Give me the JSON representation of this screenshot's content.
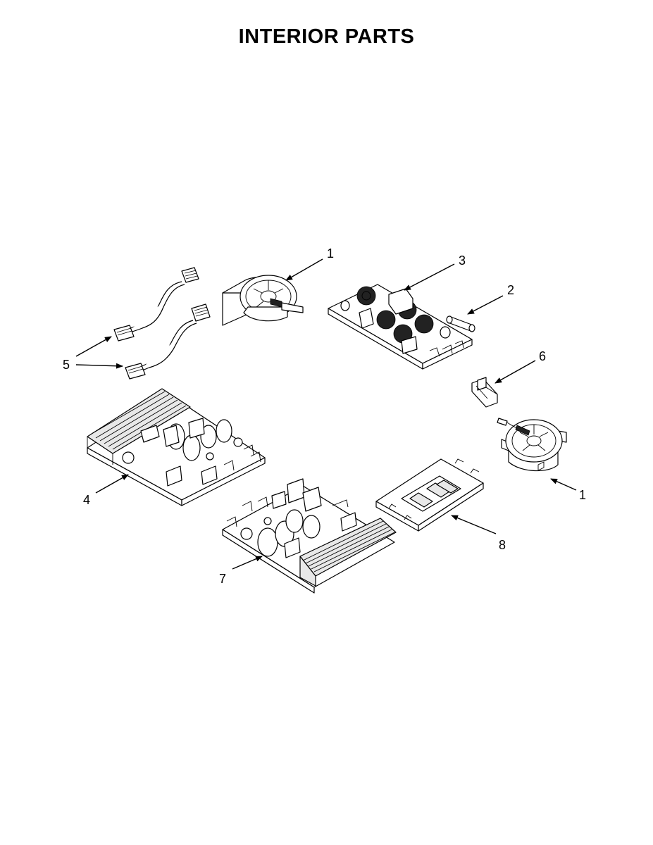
{
  "title": "INTERIOR PARTS",
  "callouts": {
    "fan_top": "1",
    "fuse": "2",
    "filter_board": "3",
    "power_board_left": "4",
    "harnesses": "5",
    "bracket": "6",
    "power_board_right": "7",
    "shield": "8",
    "fan_right": "1"
  }
}
